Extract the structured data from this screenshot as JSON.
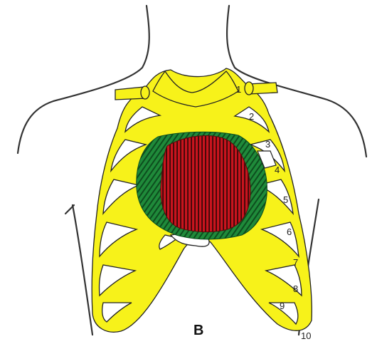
{
  "figure": {
    "panel_label": "B",
    "rib_numbers": [
      "1",
      "2",
      "3",
      "4",
      "5",
      "6",
      "7",
      "8",
      "9",
      "10"
    ]
  },
  "colors": {
    "bone": "#f7f21a",
    "bone_outline": "#222222",
    "heart_red": "#c8141e",
    "heart_stripe": "#3a0808",
    "border_green": "#1f8a3a",
    "body_outline": "#333333"
  }
}
